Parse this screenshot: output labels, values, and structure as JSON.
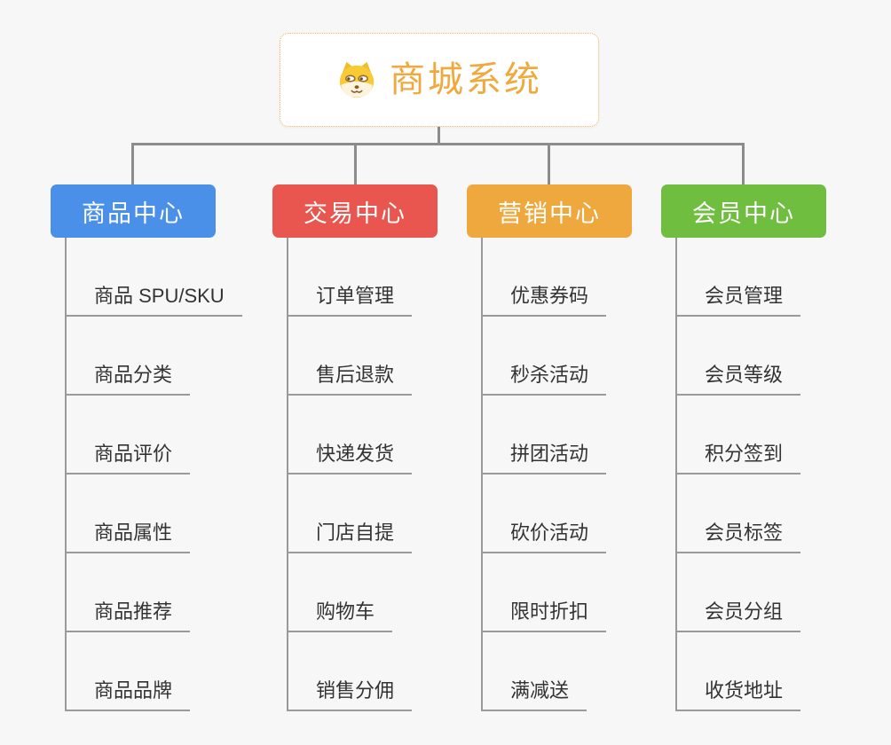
{
  "root": {
    "title": "商城系统",
    "icon": "shiba-dog-icon"
  },
  "branches": [
    {
      "label": "商品中心",
      "color": "#4A90E8",
      "items": [
        "商品 SPU/SKU",
        "商品分类",
        "商品评价",
        "商品属性",
        "商品推荐",
        "商品品牌"
      ]
    },
    {
      "label": "交易中心",
      "color": "#E8564F",
      "items": [
        "订单管理",
        "售后退款",
        "快递发货",
        "门店自提",
        "购物车",
        "销售分佣"
      ]
    },
    {
      "label": "营销中心",
      "color": "#EFA83D",
      "items": [
        "优惠券码",
        "秒杀活动",
        "拼团活动",
        "砍价活动",
        "限时折扣",
        "满减送"
      ]
    },
    {
      "label": "会员中心",
      "color": "#6FBE3F",
      "items": [
        "会员管理",
        "会员等级",
        "积分签到",
        "会员标签",
        "会员分组",
        "收货地址"
      ]
    }
  ],
  "colors": {
    "root_text": "#F0A93E",
    "root_border": "#F0B35C",
    "connector": "#8C8C8C",
    "leaf_line": "#9A9A9A",
    "leaf_text": "#333333",
    "background": "#F7F7F7"
  }
}
